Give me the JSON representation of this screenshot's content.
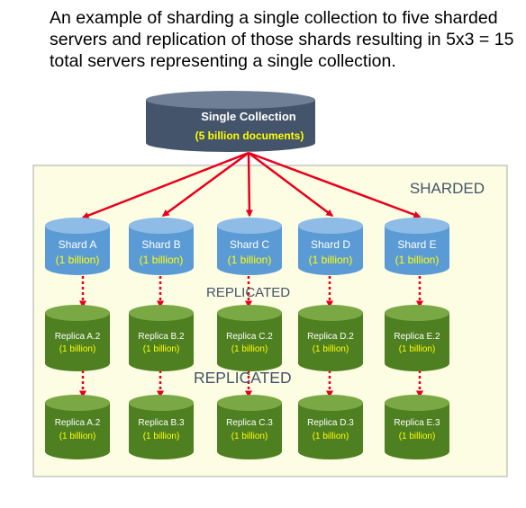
{
  "caption": "An example of sharding a single collection to five sharded servers and replication of those shards resulting in 5x3 = 15 total servers representing a single collection.",
  "collection": {
    "title": "Single Collection",
    "subtitle": "(5 billion documents)"
  },
  "labels": {
    "sharded": "SHARDED",
    "replicated_1": "REPLICATED",
    "replicated_2": "REPLICATED"
  },
  "shards": [
    {
      "name": "Shard A",
      "size": "(1 billion)"
    },
    {
      "name": "Shard B",
      "size": "(1 billion)"
    },
    {
      "name": "Shard C",
      "size": "(1 billion)"
    },
    {
      "name": "Shard D",
      "size": "(1 billion)"
    },
    {
      "name": "Shard E",
      "size": "(1 billion)"
    }
  ],
  "replicas_row1": [
    {
      "name": "Replica A.2",
      "size": "(1 billion)"
    },
    {
      "name": "Replica B.2",
      "size": "(1 billion)"
    },
    {
      "name": "Replica C.2",
      "size": "(1 billion)"
    },
    {
      "name": "Replica D.2",
      "size": "(1 billion)"
    },
    {
      "name": "Replica E.2",
      "size": "(1 billion)"
    }
  ],
  "replicas_row2": [
    {
      "name": "Replica A.2",
      "size": "(1 billion)"
    },
    {
      "name": "Replica B.3",
      "size": "(1 billion)"
    },
    {
      "name": "Replica C.3",
      "size": "(1 billion)"
    },
    {
      "name": "Replica D.3",
      "size": "(1 billion)"
    },
    {
      "name": "Replica E.3",
      "size": "(1 billion)"
    }
  ],
  "colors": {
    "panel_fill": "#fdfde3",
    "panel_border": "#a9a9a9",
    "collection_body": "#44546a",
    "collection_top": "#6f7f95",
    "shard_body": "#5b9bd5",
    "shard_top": "#8fbce6",
    "replica_body": "#4e7f20",
    "replica_top": "#7aa844",
    "arrow": "#e8001c",
    "label_text": "#44546a",
    "size_text": "#ffff00"
  }
}
